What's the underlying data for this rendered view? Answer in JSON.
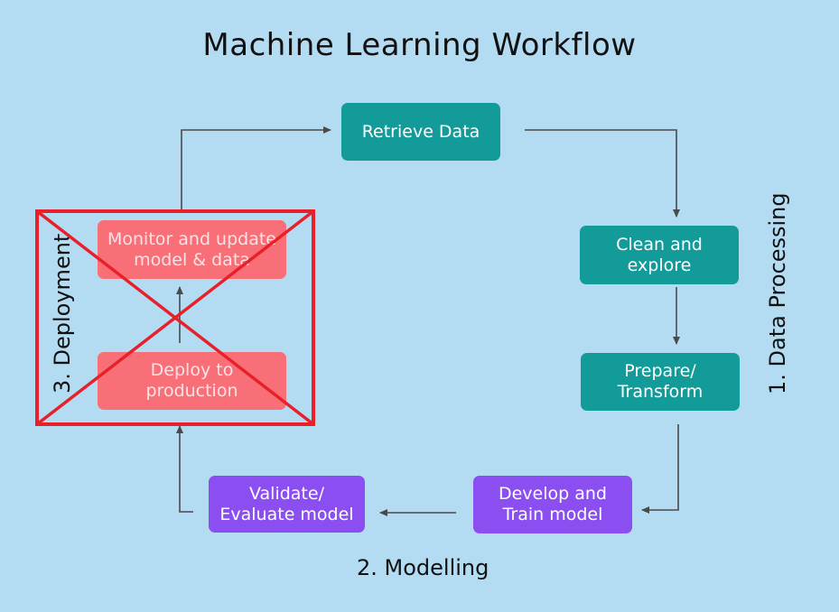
{
  "title": "Machine Learning Workflow",
  "nodes": {
    "retrieve": "Retrieve Data",
    "clean": "Clean and\nexplore",
    "prepare": "Prepare/\nTransform",
    "develop": "Develop and\nTrain model",
    "validate": "Validate/\nEvaluate model",
    "deploy": "Deploy to\nproduction",
    "monitor": "Monitor and update\nmodel  & data"
  },
  "phases": {
    "data_processing": "1. Data Processing",
    "modelling": "2. Modelling",
    "deployment": "3. Deployment"
  },
  "colors": {
    "background": "#b3dcf3",
    "data_processing": "#139b9a",
    "modelling": "#8a4ef1",
    "deployment": "#f86f78",
    "cross_out": "#e8202a",
    "arrow": "#4a4a4a"
  }
}
